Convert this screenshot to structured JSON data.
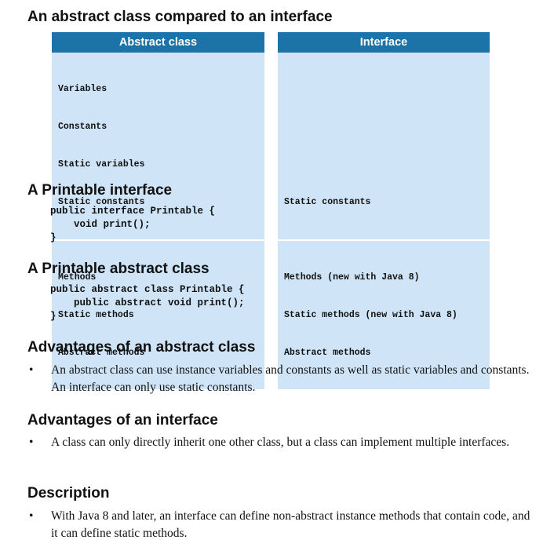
{
  "heading_compare": "An abstract class compared to an interface",
  "compare": {
    "abstract": {
      "header": "Abstract class",
      "box1": [
        "Variables",
        "Constants",
        "Static variables",
        "Static constants"
      ],
      "box2": [
        "Methods",
        "Static methods",
        "Abstract methods"
      ]
    },
    "interface": {
      "header": "Interface",
      "box1": [
        "",
        "",
        "",
        "Static constants"
      ],
      "box2": [
        "Methods (new with Java 8)",
        "Static methods (new with Java 8)",
        "Abstract methods"
      ]
    }
  },
  "printable_interface": {
    "heading": "A Printable interface",
    "code": [
      "public interface Printable {",
      "    void print();",
      "}"
    ]
  },
  "printable_abstract": {
    "heading": "A Printable abstract class",
    "code": [
      "public abstract class Printable {",
      "    public abstract void print();",
      "}"
    ]
  },
  "adv_abstract": {
    "heading": "Advantages of an abstract class",
    "bullet": "An abstract class can use instance variables and constants as well as static variables and constants. An interface can only use static constants."
  },
  "adv_interface": {
    "heading": "Advantages of an interface",
    "bullet": "A class can only directly inherit one other class, but a class can implement multiple interfaces."
  },
  "description": {
    "heading": "Description",
    "bullet": "With Java 8 and later, an interface can define non-abstract instance methods that contain code, and it can define static methods."
  },
  "bullet_glyph": "•"
}
